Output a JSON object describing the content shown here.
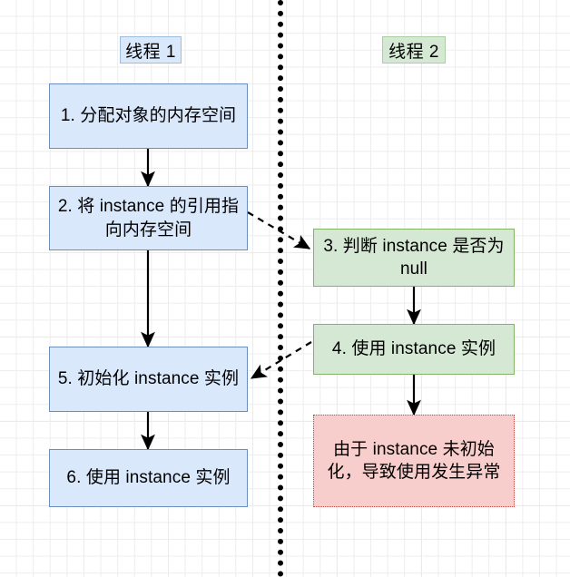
{
  "diagram": {
    "title_thread1": "线程 1",
    "title_thread2": "线程 2",
    "colors": {
      "blue_fill": "#dae8fc",
      "blue_stroke": "#6c8ebf",
      "green_fill": "#d5e8d4",
      "green_stroke": "#82b366",
      "red_fill": "#f8cecc",
      "red_stroke": "#b85450",
      "edge": "#000000",
      "grid_minor": "#ededed",
      "grid_major": "#dcdcdc",
      "background": "#ffffff"
    },
    "nodes": {
      "step1": "1. 分配对象的内存空间",
      "step2": "2. 将 instance 的引用指向内存空间",
      "step3": "3. 判断 instance 是否为 null",
      "step4": "4. 使用 instance 实例",
      "step5": "5. 初始化 instance 实例",
      "step6": "6. 使用 instance 实例",
      "exception": "由于 instance 未初始化，导致使用发生异常"
    },
    "edges": [
      {
        "from": "step1",
        "to": "step2",
        "style": "solid"
      },
      {
        "from": "step2",
        "to": "step5",
        "style": "solid"
      },
      {
        "from": "step5",
        "to": "step6",
        "style": "solid"
      },
      {
        "from": "step2",
        "to": "step3",
        "style": "dashed"
      },
      {
        "from": "step3",
        "to": "step4",
        "style": "solid"
      },
      {
        "from": "step4",
        "to": "step5",
        "style": "dashed"
      },
      {
        "from": "step4",
        "to": "exception",
        "style": "solid"
      }
    ]
  }
}
